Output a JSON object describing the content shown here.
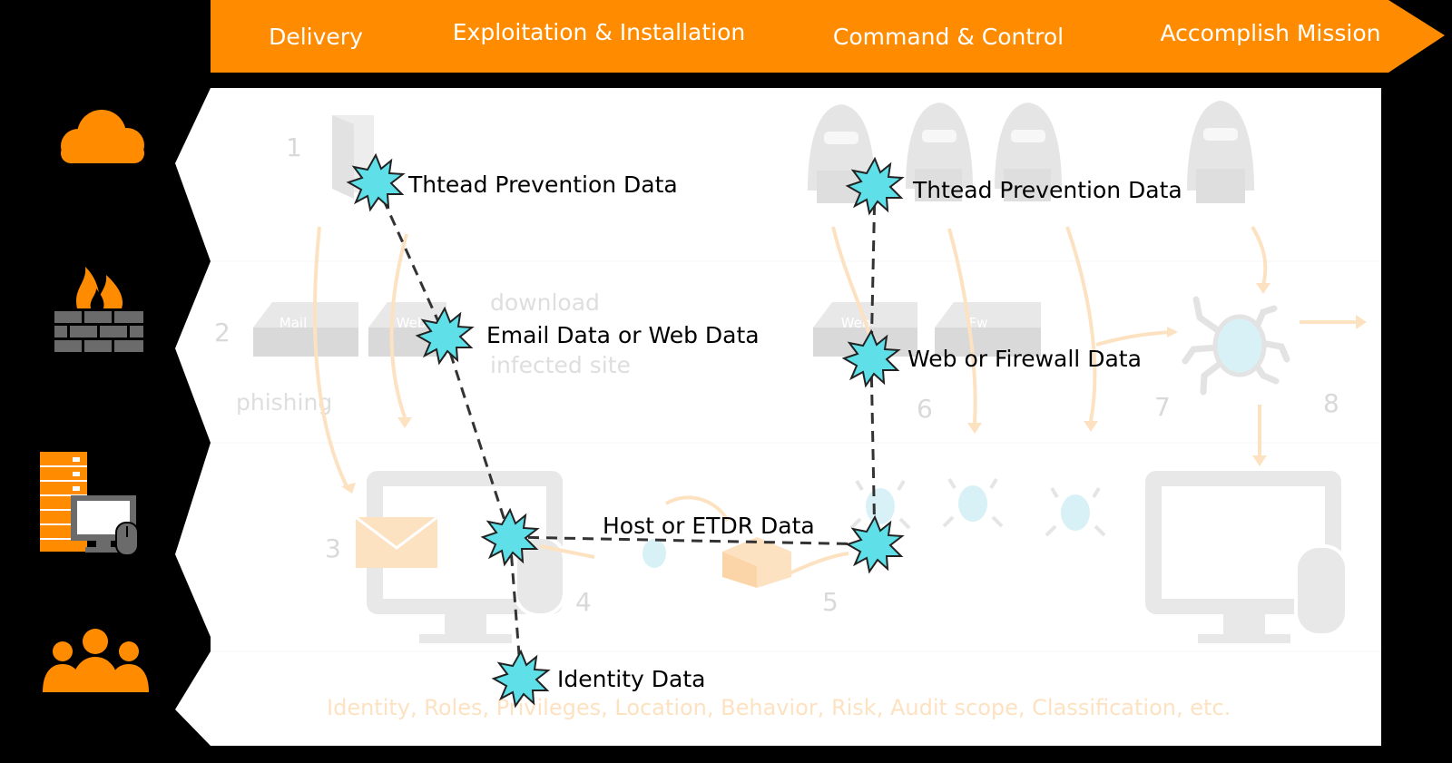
{
  "phases": [
    {
      "label": "Delivery"
    },
    {
      "label": "Exploitation & Installation"
    },
    {
      "label": "Command & Control"
    },
    {
      "label": "Accomplish Mission"
    }
  ],
  "layers": [
    {
      "icon": "cloud-icon"
    },
    {
      "icon": "firewall-icon"
    },
    {
      "icon": "server-desktop-icon"
    },
    {
      "icon": "users-icon"
    }
  ],
  "steps": [
    "1",
    "2",
    "3",
    "4",
    "5",
    "6",
    "7",
    "8"
  ],
  "faint_labels": {
    "download": "download",
    "infected_site": "infected site",
    "phishing": "phishing",
    "mail_box": "Mail",
    "web_box_1": "Web",
    "web_box_2": "Web",
    "fw_box": "Fw",
    "identity_attributes": "Identity,  Roles,  Privileges,  Location,  Behavior,  Risk,  Audit scope,  Classification,  etc."
  },
  "data_points": [
    {
      "label": "Thtead Prevention Data"
    },
    {
      "label": "Email Data or Web Data"
    },
    {
      "label": "Host or ETDR Data"
    },
    {
      "label": "Identity Data"
    },
    {
      "label": "Thtead Prevention Data"
    },
    {
      "label": "Web or Firewall Data"
    }
  ],
  "colors": {
    "accent": "#FF8C00",
    "burst_fill": "#5FE0E8",
    "faint_gray": "#E2E2E2",
    "faint_orange": "#FDE2C2"
  }
}
